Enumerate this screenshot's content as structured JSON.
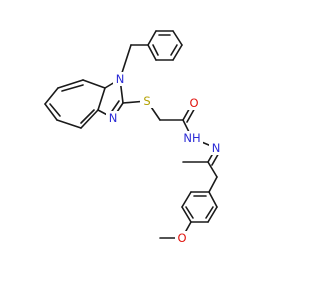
{
  "molecule": {
    "atom_labels": {
      "n1": "N",
      "n3": "N",
      "s": "S",
      "o_carbonyl": "O",
      "nh": "NH",
      "n_imine": "N",
      "o_methoxy": "O"
    },
    "colors": {
      "bond": "#1a1a1a",
      "nitrogen": "#2b2bd6",
      "sulfur": "#b3a100",
      "oxygen": "#e0140e"
    }
  }
}
